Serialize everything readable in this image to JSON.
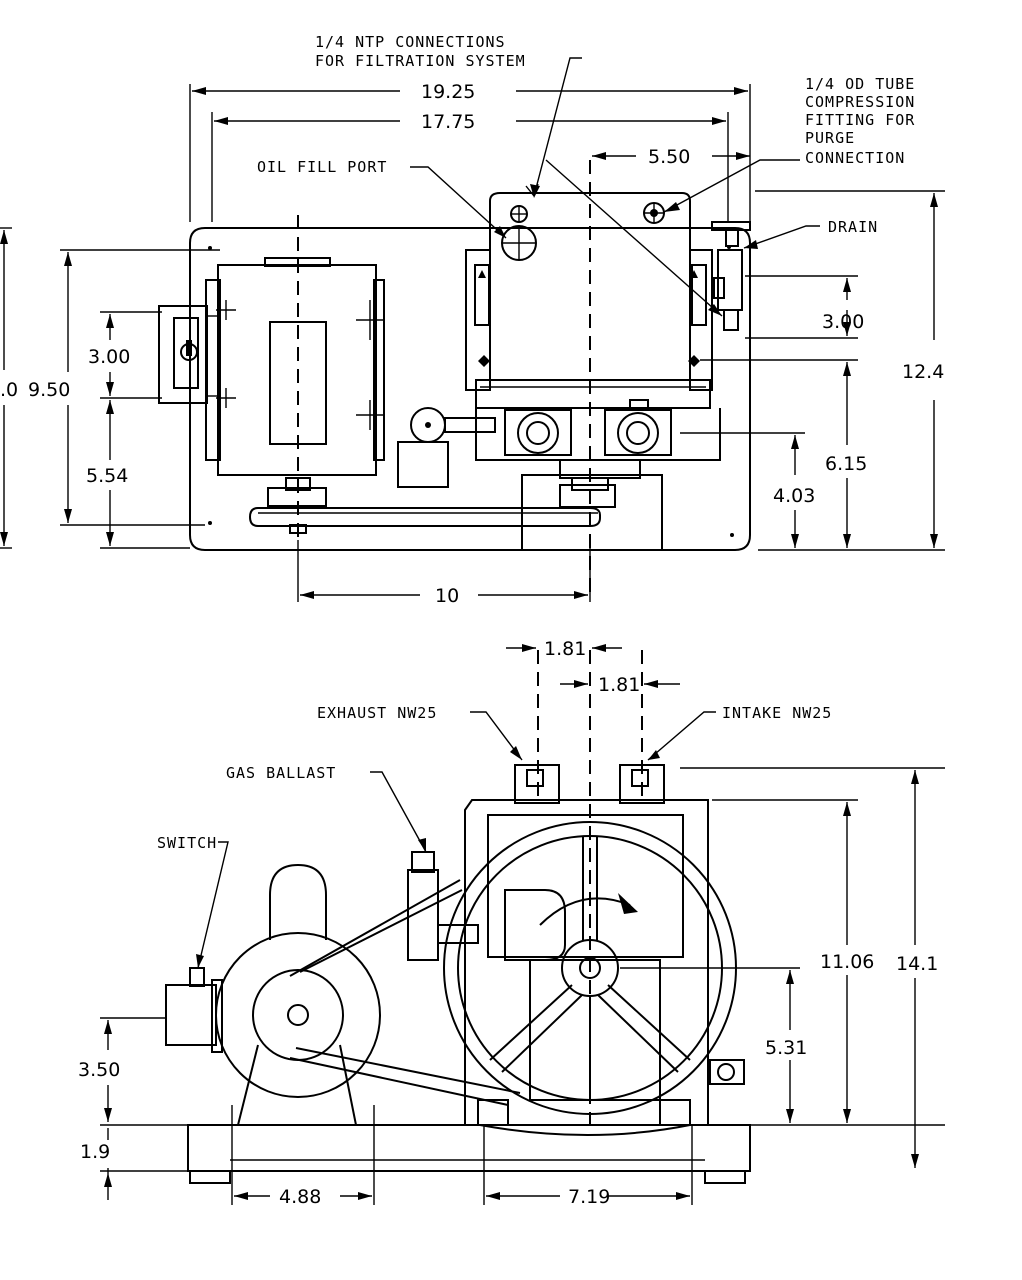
{
  "top_view": {
    "callouts": {
      "ntp_line1": "1/4 NTP CONNECTIONS",
      "ntp_line2": "FOR FILTRATION SYSTEM",
      "oil_fill": "OIL FILL PORT",
      "tube_line1": "1/4 OD TUBE",
      "tube_line2": "COMPRESSION",
      "tube_line3": "FITTING FOR",
      "tube_line4": "PURGE",
      "tube_line5": "CONNECTION",
      "drain": "DRAIN"
    },
    "dimensions": {
      "overall_width": "19.25",
      "base_width": "17.75",
      "purge_offset": "5.50",
      "overall_depth": "12.4",
      "left_depth": ".0",
      "motor_depth": "9.50",
      "switch_height": "3.00",
      "motor_offset": "5.54",
      "drain_spacing": "3.00",
      "pump_centerline": "6.15",
      "port_offset": "4.03",
      "pulley_spacing": "10"
    }
  },
  "side_view": {
    "callouts": {
      "exhaust": "EXHAUST NW25",
      "intake": "INTAKE NW25",
      "gas_ballast": "GAS BALLAST",
      "switch": "SWITCH"
    },
    "dimensions": {
      "exhaust_offset": "1.81",
      "intake_offset": "1.81",
      "pump_height": "11.06",
      "overall_height": "14.1",
      "shaft_height": "5.31",
      "motor_shaft_height": "3.50",
      "base_height": "1.9",
      "motor_feet_spacing": "4.88",
      "pump_feet_spacing": "7.19"
    }
  }
}
